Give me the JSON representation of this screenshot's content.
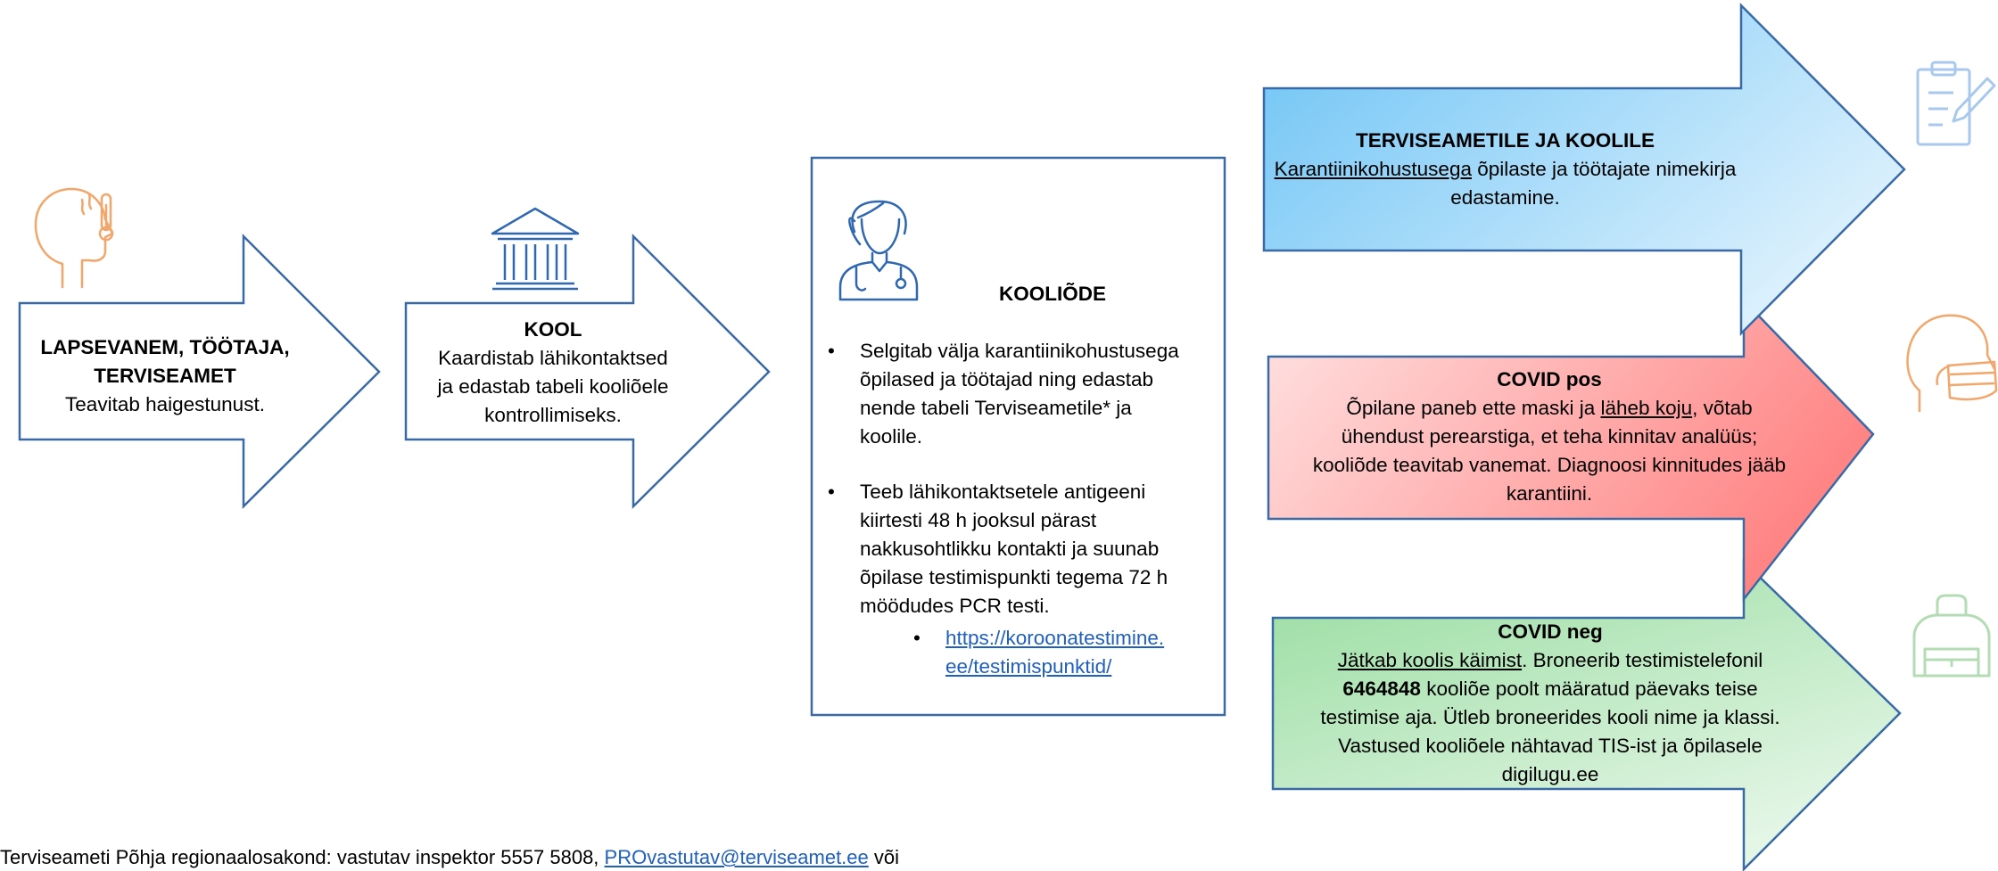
{
  "step1": {
    "title_line1": "LAPSEVANEM, TÖÖTAJA,",
    "title_line2": "TERVISEAMET",
    "body": "Teavitab haigestunust."
  },
  "step2": {
    "title": "KOOL",
    "body_line1": "Kaardistab lähikontaktsed",
    "body_line2": "ja edastab tabeli kooliõele",
    "body_line3": "kontrollimiseks."
  },
  "nurse": {
    "title": "KOOLIÕDE",
    "bullet1_lines": [
      "Selgitab välja karantiinikohustusega",
      "õpilased ja töötajad ning edastab",
      "nende tabeli Terviseametile* ja",
      "koolile."
    ],
    "bullet2_lines": [
      "Teeb lähikontaktsetele antigeeni",
      "kiirtesti 48 h jooksul pärast",
      "nakkusohtlikku kontakti ja suunab",
      "õpilase testimispunkti tegema 72 h",
      "möödudes PCR testi."
    ],
    "link_lines": [
      "https://koroonatestimine.",
      "ee/testimispunktid/"
    ]
  },
  "outcome_blue": {
    "title": "TERVISEAMETILE JA KOOLILE",
    "underline": "Karantiinikohustusega",
    "rest_line1": " õpilaste ja töötajate nimekirja",
    "line2": "edastamine.",
    "color": "#5ab8f0"
  },
  "outcome_red": {
    "title": "COVID pos",
    "line1_a": "Õpilane paneb ette maski ja ",
    "line1_u": "läheb koju",
    "line1_b": ", võtab",
    "line2": "ühendust perearstiga, et teha kinnitav analüüs;",
    "line3": "kooliõde teavitab vanemat. Diagnoosi kinnitudes jääb",
    "line4": "karantiini.",
    "color": "#ff8a8a"
  },
  "outcome_green": {
    "title": "COVID neg",
    "line1_u": "Jätkab koolis käimist",
    "line1_b": ". Broneerib testimistelefonil",
    "phone": "6464848",
    "line2_b": " kooliõe poolt määratud päevaks teise",
    "line3": "testimise aja. Ütleb broneerides kooli nime ja klassi.",
    "line4": "Vastused kooliõele nähtavad TIS-ist ja õpilasele",
    "line5": "digilugu.ee",
    "color": "#8fd89c"
  },
  "icons": {
    "sick_person": "sick-person-thermometer-icon",
    "school_building": "school-building-icon",
    "nurse": "nurse-icon",
    "clipboard": "clipboard-icon",
    "mask_face": "face-mask-icon",
    "backpack": "backpack-icon"
  },
  "footer": {
    "text_before": "Terviseameti Põhja regionaalosakond: vastutav inspektor 5557 5808, ",
    "email": "PROvastutav@terviseamet.ee",
    "text_after": " või"
  }
}
